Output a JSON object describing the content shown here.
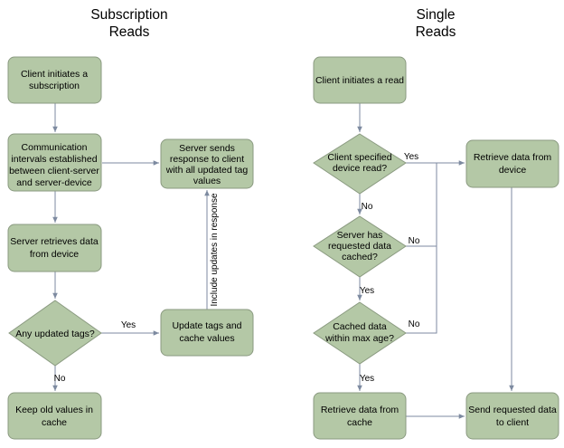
{
  "titles": {
    "left": [
      "Subscription",
      "Reads"
    ],
    "right": [
      "Single",
      "Reads"
    ]
  },
  "nodes": {
    "client_subscription": [
      "Client initiates a",
      "subscription"
    ],
    "comm_intervals": [
      "Communication",
      "intervals established",
      "between client-server",
      "and server-device"
    ],
    "server_sends": [
      "Server sends",
      "response to client",
      "with all updated tag",
      "values"
    ],
    "server_retrieves": [
      "Server retrieves data",
      "from device"
    ],
    "any_updated": [
      "Any updated tags?"
    ],
    "update_tags": [
      "Update tags and",
      "cache values"
    ],
    "keep_old": [
      "Keep old values in",
      "cache"
    ],
    "client_read": [
      "Client initiates a read"
    ],
    "device_read": [
      "Client specified",
      "device read?"
    ],
    "retrieve_device": [
      "Retrieve data from",
      "device"
    ],
    "data_cached": [
      "Server has",
      "requested data",
      "cached?"
    ],
    "max_age": [
      "Cached data",
      "within max age?"
    ],
    "retrieve_cache": [
      "Retrieve data from",
      "cache"
    ],
    "send_requested": [
      "Send requested data",
      "to client"
    ]
  },
  "edge_labels": {
    "yes_tags": "Yes",
    "no_tags": "No",
    "include_updates": "Include updates in response",
    "yes_device": "Yes",
    "no_device": "No",
    "no_cached": "No",
    "yes_cached": "Yes",
    "no_age": "No",
    "yes_age": "Yes"
  }
}
